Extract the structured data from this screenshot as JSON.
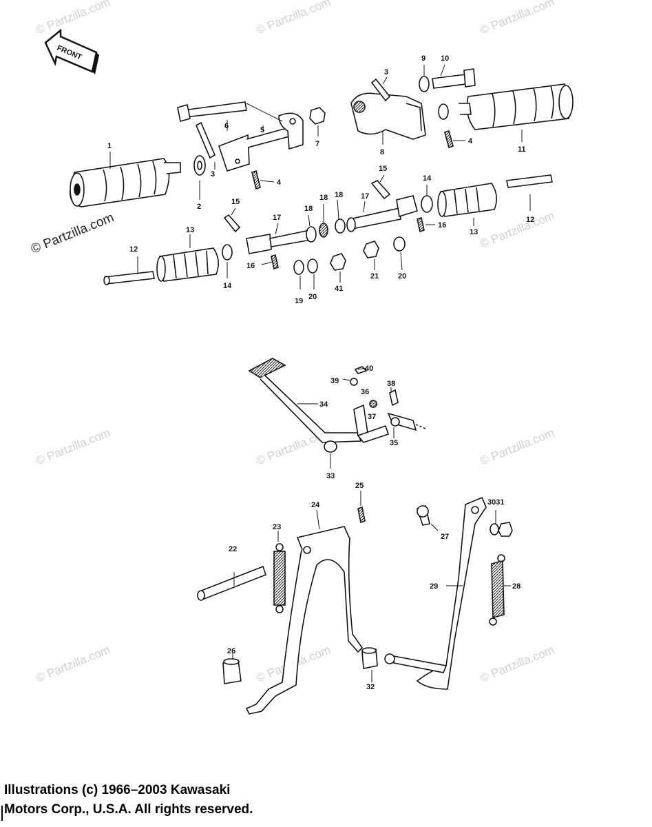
{
  "watermark": {
    "main": "© Partzilla.com",
    "repeat": "© Partzilla.com"
  },
  "front_arrow": {
    "label": "FRONT"
  },
  "copyright": {
    "line1": "Illustrations (c) 1966–2003 Kawasaki",
    "line2": "Motors Corp., U.S.A.  All rights reserved."
  },
  "callouts": {
    "c1": "1",
    "c2": "2",
    "c3a": "3",
    "c3b": "3",
    "c4a": "4",
    "c4b": "4",
    "c5": "5",
    "c6": "6",
    "c7": "7",
    "c8": "8",
    "c9": "9",
    "c10": "10",
    "c11": "11",
    "c12a": "12",
    "c12b": "12",
    "c13a": "13",
    "c13b": "13",
    "c14a": "14",
    "c14b": "14",
    "c15a": "15",
    "c15b": "15",
    "c16a": "16",
    "c16b": "16",
    "c17a": "17",
    "c17b": "17",
    "c18a": "18",
    "c18b": "18",
    "c18c": "18",
    "c19": "19",
    "c20a": "20",
    "c20b": "20",
    "c21": "21",
    "c41": "41",
    "c22": "22",
    "c23": "23",
    "c24": "24",
    "c25": "25",
    "c26": "26",
    "c27": "27",
    "c28": "28",
    "c29": "29",
    "c3031": "3031",
    "c32": "32",
    "c33": "33",
    "c34": "34",
    "c35": "35",
    "c36": "36",
    "c37": "37",
    "c38": "38",
    "c39": "39",
    "c40": "40"
  }
}
